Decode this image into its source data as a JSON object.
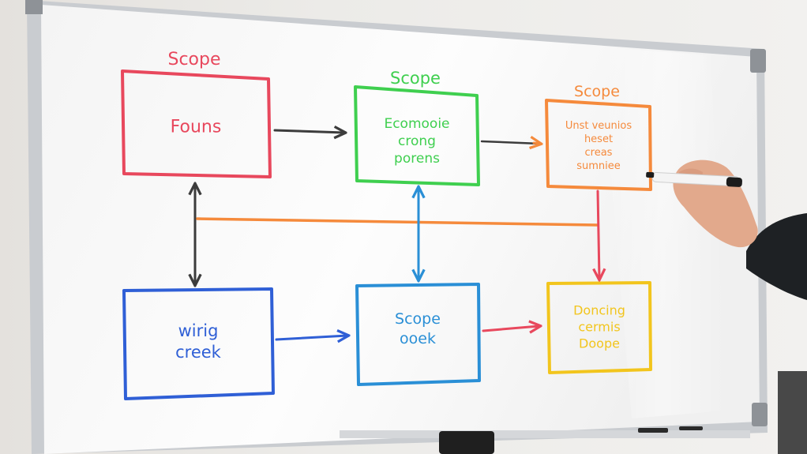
{
  "colors": {
    "red": "#e8485d",
    "green": "#3fcf4f",
    "orange": "#f58a3c",
    "blue": "#2f5fd6",
    "cyan": "#2a8fd6",
    "yellow": "#f2c51d",
    "dark": "#3c3c3c",
    "board": "#fbfbfb",
    "frame": "#c9ccd0"
  },
  "board": {
    "boxes": [
      {
        "id": "red",
        "heading": "Scope",
        "lines": [
          "Founs"
        ]
      },
      {
        "id": "green",
        "heading": "Scope",
        "lines": [
          "Ecomooie",
          "crong",
          "porens"
        ]
      },
      {
        "id": "orange",
        "heading": "Scope",
        "lines": [
          "Unst veunios",
          "heset",
          "creas",
          "sumniee"
        ]
      },
      {
        "id": "blue",
        "heading": "",
        "lines": [
          "wirig",
          "creek"
        ]
      },
      {
        "id": "cyan",
        "heading": "",
        "lines": [
          "Scope",
          "ooek"
        ]
      },
      {
        "id": "yellow",
        "heading": "",
        "lines": [
          "Doncing",
          "cermis",
          "Doope"
        ]
      }
    ]
  }
}
